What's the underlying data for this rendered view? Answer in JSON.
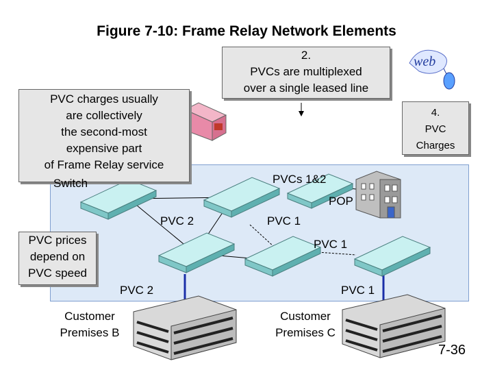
{
  "title": "Figure 7-10: Frame Relay Network Elements",
  "callouts": {
    "multiplexed": [
      "2.",
      "PVCs are multiplexed",
      "over a single leased line"
    ],
    "charges_usually": [
      "PVC charges usually",
      "are collectively",
      "the second-most",
      "expensive part",
      "of Frame Relay service"
    ],
    "pvc_charges": [
      "4.",
      "PVC",
      "Charges"
    ],
    "pvc_prices": [
      "PVC prices",
      "depend on",
      "PVC speed"
    ]
  },
  "labels": {
    "switch": "Switch",
    "pvcs12": "PVCs 1&2",
    "pop": "POP",
    "pvc2_mid": "PVC 2",
    "pvc1_mid": "PVC 1",
    "pvc1_right": "PVC 1",
    "pvc2_bottom": "PVC 2",
    "pvc1_bottom": "PVC 1"
  },
  "customers": {
    "b": [
      "Customer",
      "Premises B"
    ],
    "c": [
      "Customer",
      "Premises C"
    ]
  },
  "logo_text": "web",
  "page_number": "7-36",
  "colors": {
    "cloud": "#dde9f7",
    "switch": "#9fe3e3",
    "access_line": "#1a2fa8",
    "router": "#e88aa8",
    "building": "#c9c9c9"
  }
}
